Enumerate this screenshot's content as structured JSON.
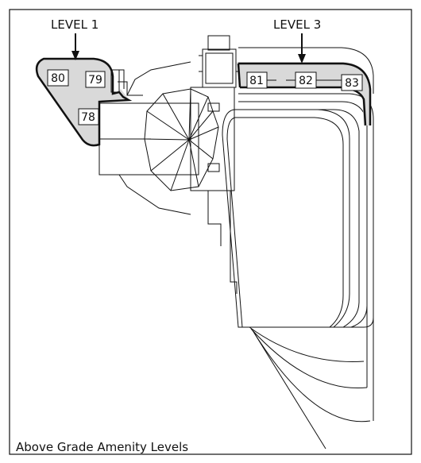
{
  "caption": "Above Grade Amenity Levels",
  "callouts": [
    {
      "id": "level-1",
      "label": "LEVEL 1"
    },
    {
      "id": "level-3",
      "label": "LEVEL 3"
    }
  ],
  "units": [
    {
      "id": "80",
      "label": "80",
      "level": "LEVEL 1"
    },
    {
      "id": "79",
      "label": "79",
      "level": "LEVEL 1"
    },
    {
      "id": "78",
      "label": "78",
      "level": "LEVEL 1"
    },
    {
      "id": "81",
      "label": "81",
      "level": "LEVEL 3"
    },
    {
      "id": "82",
      "label": "82",
      "level": "LEVEL 3"
    },
    {
      "id": "83",
      "label": "83",
      "level": "LEVEL 3"
    }
  ],
  "colors": {
    "highlight_fill": "#d9d9d9",
    "line": "#111111",
    "background": "#ffffff"
  }
}
